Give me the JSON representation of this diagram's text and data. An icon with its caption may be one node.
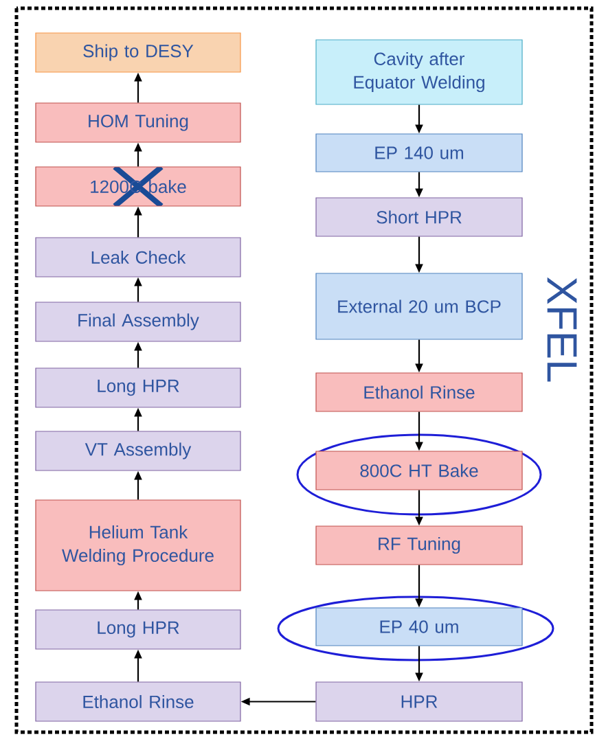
{
  "diagram": {
    "nodes": [
      {
        "text": [
          "Ship to DESY"
        ]
      },
      {
        "text": [
          "HOM Tuning"
        ]
      },
      {
        "text": [
          "1200C bake"
        ]
      },
      {
        "text": [
          "Leak Check"
        ]
      },
      {
        "text": [
          "Final Assembly"
        ]
      },
      {
        "text": [
          "Long HPR"
        ]
      },
      {
        "text": [
          "VT Assembly"
        ]
      },
      {
        "text": [
          "Helium Tank Welding Procedure"
        ]
      },
      {
        "text": [
          "Long HPR"
        ]
      },
      {
        "text": [
          "Ethanol Rinse"
        ]
      },
      {
        "text": [
          "Cavity after Equator Welding"
        ]
      },
      {
        "text": [
          "EP 140 um"
        ]
      },
      {
        "text": [
          "Short HPR"
        ]
      },
      {
        "text": [
          "External 20 um BCP"
        ]
      },
      {
        "text": [
          "Ethanol Rinse"
        ]
      },
      {
        "text": [
          "800C HT Bake"
        ]
      },
      {
        "text": [
          "RF Tuning"
        ]
      },
      {
        "text": [
          "EP 40 um"
        ]
      },
      {
        "text": [
          "HPR"
        ]
      }
    ],
    "edges": [
      {
        "from": 10,
        "to": 11,
        "arrow": "to"
      },
      {
        "from": 11,
        "to": 12,
        "arrow": "to"
      },
      {
        "from": 12,
        "to": 13,
        "arrow": "to"
      },
      {
        "from": 13,
        "to": 14,
        "arrow": "to"
      },
      {
        "from": 14,
        "to": 15,
        "arrow": "to"
      },
      {
        "from": 15,
        "to": 16,
        "arrow": "to"
      },
      {
        "from": 16,
        "to": 17,
        "arrow": "to"
      },
      {
        "from": 17,
        "to": 18,
        "arrow": "to"
      },
      {
        "from": 18,
        "to": 9,
        "arrow": "to"
      },
      {
        "from": 9,
        "to": 8,
        "arrow": "to"
      },
      {
        "from": 8,
        "to": 7,
        "arrow": "to"
      },
      {
        "from": 7,
        "to": 6,
        "arrow": "to"
      },
      {
        "from": 6,
        "to": 5,
        "arrow": "to"
      },
      {
        "from": 5,
        "to": 4,
        "arrow": "to"
      },
      {
        "from": 4,
        "to": 3,
        "arrow": "to"
      },
      {
        "from": 3,
        "to": 2,
        "arrow": "to"
      },
      {
        "from": 2,
        "to": 1,
        "arrow": "to"
      },
      {
        "from": 1,
        "to": 0,
        "arrow": "to"
      }
    ],
    "labels": [
      "XFEL"
    ]
  }
}
